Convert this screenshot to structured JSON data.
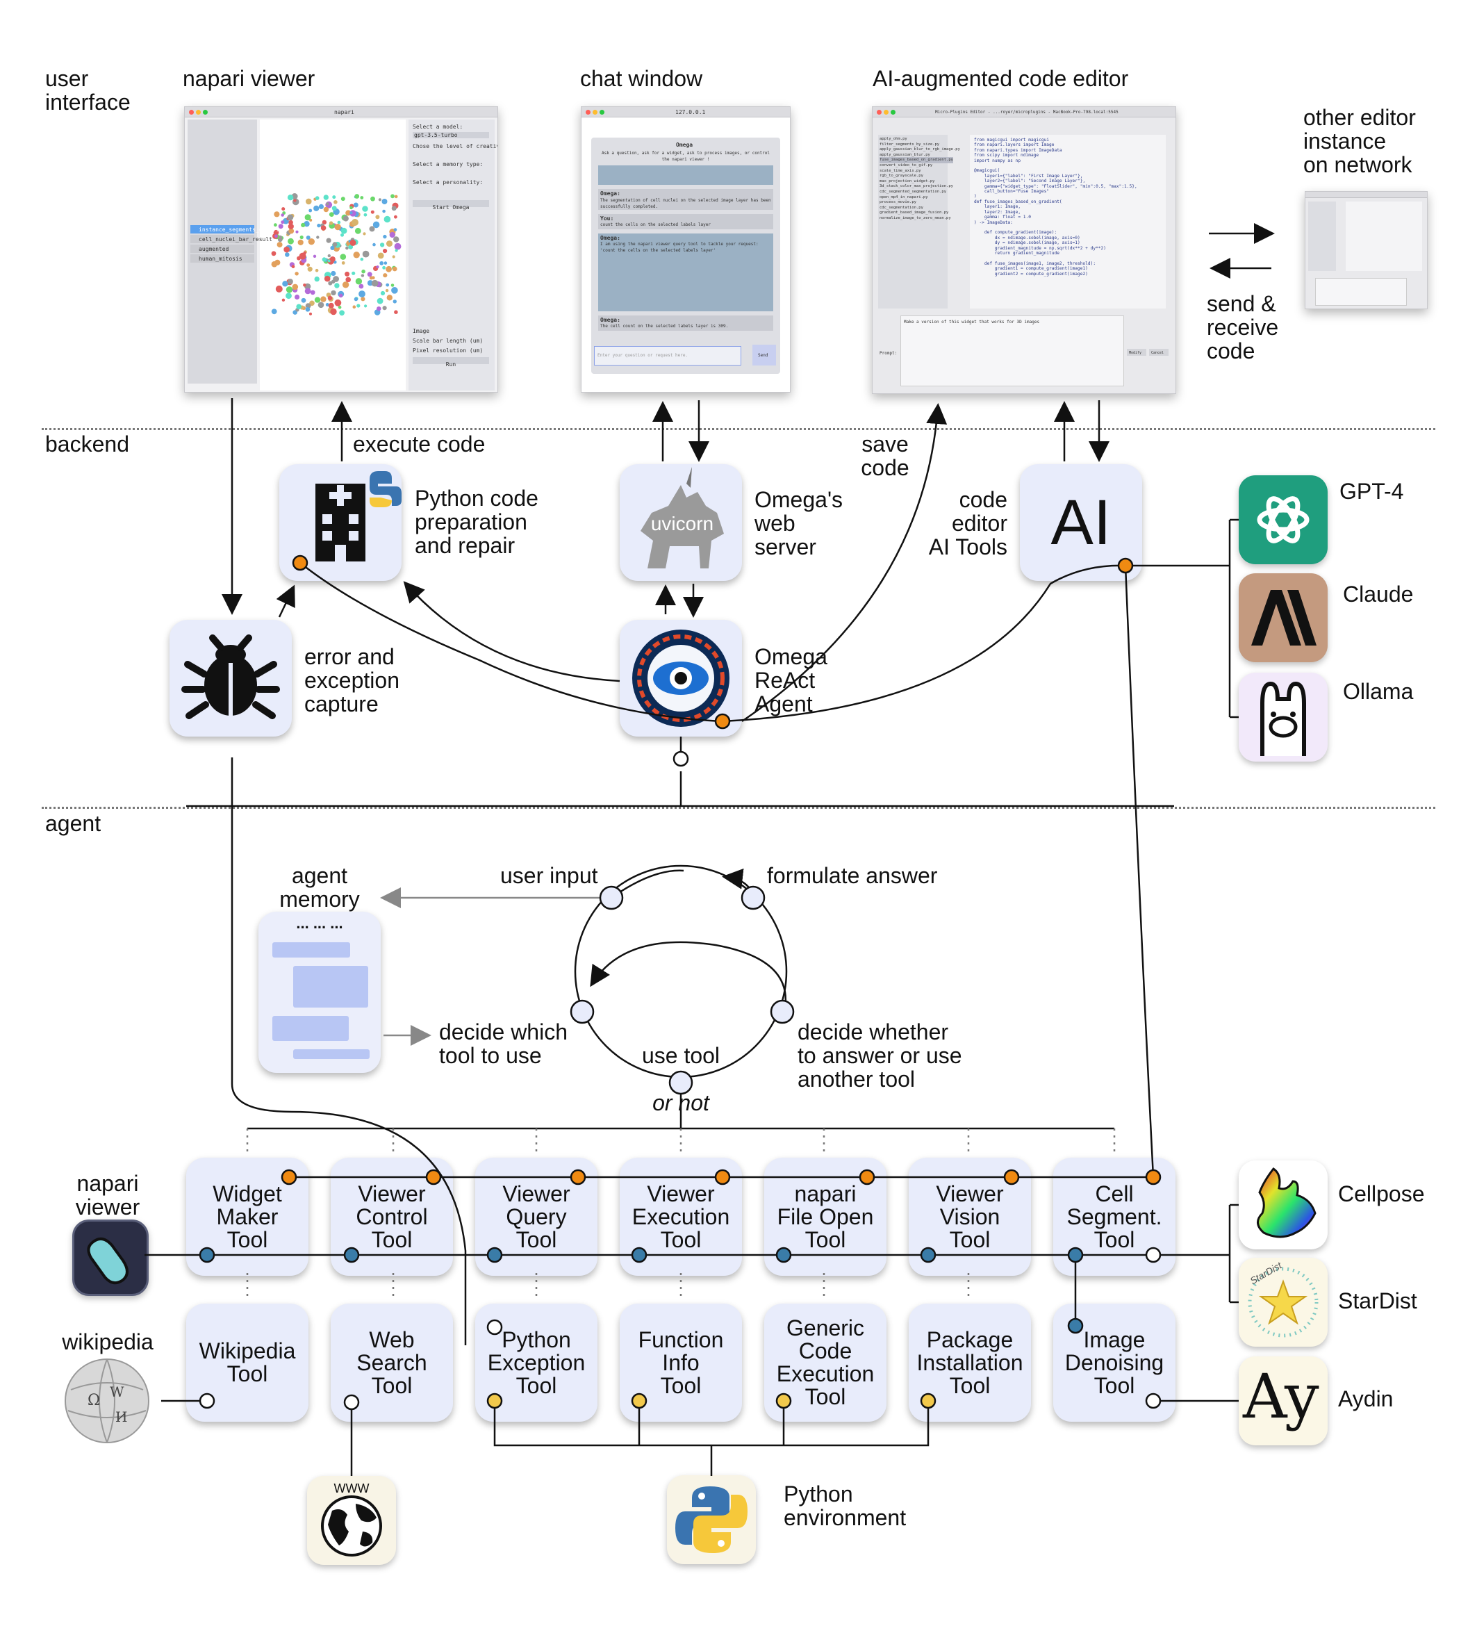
{
  "sections": {
    "user_interface": "user\ninterface",
    "backend": "backend",
    "agent": "agent"
  },
  "ui_titles": {
    "napari_viewer": "napari viewer",
    "chat_window": "chat window",
    "code_editor": "AI-augmented code editor",
    "other_editor": "other editor\ninstance\non network",
    "send_receive": "send &\nreceive\ncode"
  },
  "screenshots": {
    "chat": {
      "url": "127.0.0.1",
      "title": "Omega",
      "subtitle": "Ask a question, ask for a widget, ask to process images, or control the napari viewer !",
      "msg1_label": "Omega:",
      "msg1_text": "The segmentation of cell nuclei on the selected image layer has been successfully completed.",
      "msg2_label": "You:",
      "msg2_text": "count the cells on the selected labels layer",
      "msg3_label": "Omega:",
      "msg3_text": "I am using the napari viewer query tool to tackle your request: 'count the cells on the selected labels layer'",
      "msg4_label": "Omega:",
      "msg4_text": "The cell count on the selected labels layer is 309.",
      "input_placeholder": "Enter your question or request here.",
      "send_button": "Send"
    },
    "editor": {
      "title": "Micro-Plugins Editor - ...royer/microplugins - MacBook-Pro-798.local:5545",
      "files": [
        "apply_ohm.py",
        "filter_segments_by_size.py",
        "apply_gaussian_blur_to_rgb_image.py",
        "apply_gaussian_blur.py",
        "fuse_images_based_on_gradient.py",
        "convert_video_to_gif.py",
        "scale_time_axis.py",
        "rgb_to_grayscale.py",
        "max_projection_widget.py",
        "3d_stack_color_max_projection.py",
        "cdc_segmented_segmentation.py",
        "open_mp4_in_napari.py",
        "process_movie.py",
        "cdc_segmentation.py",
        "gradient_based_image_fusion.py",
        "normalize_image_to_zero_mean.py"
      ],
      "code": "from magicgui import magicgui\nfrom napari.layers import Image\nfrom napari.types import ImageData\nfrom scipy import ndimage\nimport numpy as np\n\n@magicgui(\n    layer1={\"label\": \"First Image Layer\"},\n    layer2={\"label\": \"Second Image Layer\"},\n    gamma={\"widget_type\": \"FloatSlider\", \"min\":0.5, \"max\":1.5},\n    call_button=\"Fuse Images\"\n)\ndef fuse_images_based_on_gradient(\n    layer1: Image,\n    layer2: Image,\n    gamma: float = 1.0\n) -> ImageData:\n\n    def compute_gradient(image):\n        dx = ndimage.sobel(image, axis=0)\n        dy = ndimage.sobel(image, axis=1)\n        gradient_magnitude = np.sqrt(dx**2 + dy**2)\n        return gradient_magnitude\n\n    def fuse_images(image1, image2, threshold):\n        gradient1 = compute_gradient(image1)\n        gradient2 = compute_gradient(image2)",
      "prompt_label": "Prompt:",
      "prompt_text": "Make a version of this widget that works for 3D images",
      "modify_button": "Modify",
      "cancel_button": "Cancel"
    },
    "napari": {
      "title": "napari",
      "panel_rows": [
        "Select a model:",
        "gpt-3.5-turbo",
        "Chose the level of creativity:",
        "Select a memory type:",
        "Select a personality:",
        "Start Omega"
      ],
      "layers": [
        "instance_segments_con...",
        "cell_nuclei_bar_result",
        "augmented",
        "human_mitosis"
      ],
      "bottom_rows": [
        "Image",
        "Scale bar length (um)",
        "Pixel resolution (um)",
        "Run"
      ]
    }
  },
  "backend": {
    "execute_code": "execute code",
    "python_prep": "Python code\npreparation\nand repair",
    "omega_web": "Omega's\nweb\nserver",
    "uvicorn": "uvicorn",
    "save_code": "save\ncode",
    "code_editor_tools": "code\neditor\nAI Tools",
    "ai_text": "AI",
    "error_capture": "error and\nexception\ncapture",
    "react_agent": "Omega\nReAct\nAgent"
  },
  "llms": [
    {
      "name": "GPT-4",
      "color": "#1f9e7e"
    },
    {
      "name": "Claude",
      "color": "#c49a7f"
    },
    {
      "name": "Ollama",
      "color": "#f2e9fa"
    }
  ],
  "agent": {
    "memory": "agent\nmemory",
    "memory_dots": "... ... ...",
    "user_input": "user input",
    "formulate_answer": "formulate answer",
    "decide_tool": "decide which\ntool to use",
    "use_tool": "use tool",
    "or_not": "or not",
    "decide_whether": "decide whether\nto answer or use\nanother tool"
  },
  "tools_row1": [
    "Widget\nMaker\nTool",
    "Viewer\nControl\nTool",
    "Viewer\nQuery\nTool",
    "Viewer\nExecution\nTool",
    "napari\nFile Open\nTool",
    "Viewer\nVision\nTool",
    "Cell\nSegment.\nTool"
  ],
  "tools_row2": [
    "Wikipedia\nTool",
    "Web\nSearch\nTool",
    "Python\nException\nTool",
    "Function\nInfo\nTool",
    "Generic\nCode\nExecution\nTool",
    "Package\nInstallation\nTool",
    "Image\nDenoising\nTool"
  ],
  "external": {
    "napari_viewer": "napari\nviewer",
    "wikipedia": "wikipedia",
    "www": "WWW",
    "python_env": "Python\nenvironment",
    "cellpose": "Cellpose",
    "stardist": "StarDist",
    "stardist_logo_text": "StarDist",
    "aydin": "Aydin",
    "aydin_logo_text": "Ay"
  },
  "colors": {
    "orange_node": "#f08a12",
    "blue_node": "#3a7ca8",
    "yellow_node": "#f2c94c",
    "box_fill": "#e8ecfb",
    "memory_bar": "#b8c6f4"
  }
}
